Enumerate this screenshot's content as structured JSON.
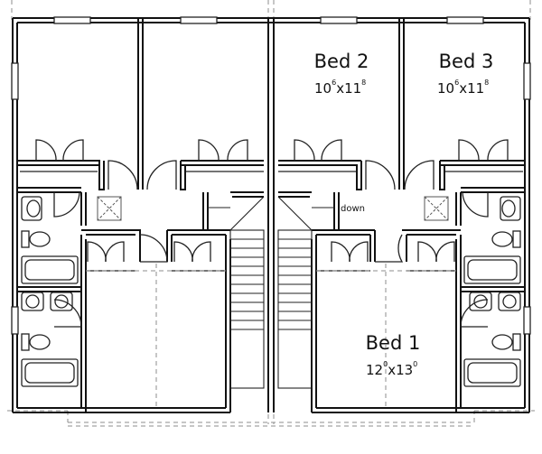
{
  "rooms": {
    "bed2": {
      "name": "Bed 2",
      "dim_a": "10",
      "sup_a": "6",
      "dim_b": "11",
      "sup_b": "8"
    },
    "bed3": {
      "name": "Bed 3",
      "dim_a": "10",
      "sup_a": "6",
      "dim_b": "11",
      "sup_b": "8"
    },
    "bed1": {
      "name": "Bed 1",
      "dim_a": "12",
      "sup_a": "0",
      "dim_b": "13",
      "sup_b": "0"
    }
  },
  "stair": {
    "label": "down"
  },
  "colors": {
    "wall": "#111111",
    "line": "#222222",
    "dash": "#8c8c8c"
  }
}
